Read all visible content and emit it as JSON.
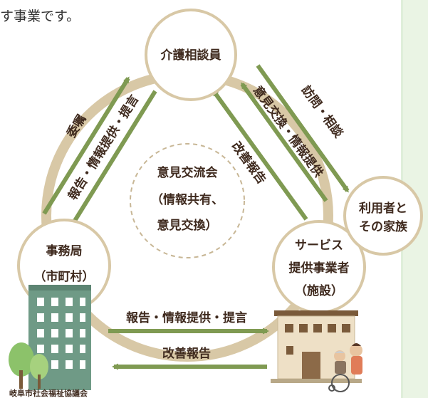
{
  "top_text": "す事業です。",
  "nodes": {
    "consultant": "介護相談員",
    "user": [
      "利用者と",
      "その家族"
    ],
    "office": [
      "事務局",
      "（市町村）"
    ],
    "service": [
      "サービス",
      "提供事業者",
      "（施設）"
    ],
    "center": [
      "意見交流会",
      "（情報共有、",
      "意見交換）"
    ]
  },
  "labels": {
    "commission": "委嘱",
    "report_left": "報告・情報提供・提言",
    "visit": "訪問・相談",
    "exchange": "意見交換・情報提供",
    "improve_center": "改善報告",
    "report_bottom": "報告・情報提供・提言",
    "improve_bottom": "改善報告"
  },
  "footer": "岐阜市社会福祉協議会",
  "colors": {
    "ring": "#d8c8a6",
    "node_border": "#d8c8a6",
    "arrow": "#7f9a52",
    "text": "#3f2a1e",
    "sidebar": "#eaf4e4"
  }
}
